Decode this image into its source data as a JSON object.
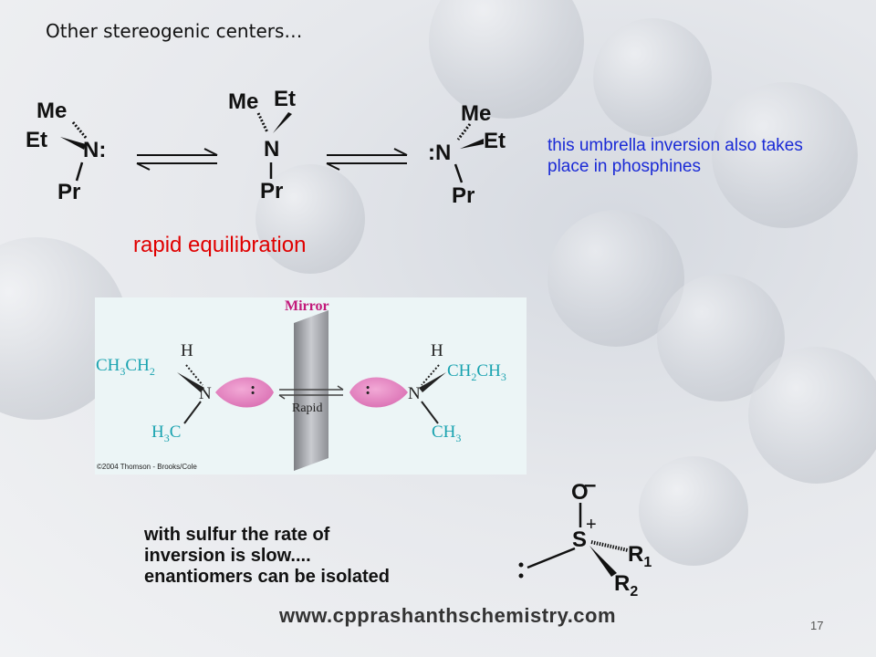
{
  "slide": {
    "title": "Other stereogenic centers…",
    "amine1": {
      "me": "Me",
      "et": "Et",
      "n": "N:",
      "pr": "Pr"
    },
    "amine2": {
      "me": "Me",
      "et": "Et",
      "n": "N",
      "pr": "Pr"
    },
    "amine3": {
      "me": "Me",
      "et": "Et",
      "n": ":N",
      "pr": "Pr"
    },
    "note_line1": "this umbrella inversion also takes",
    "note_line2": "place in phosphines",
    "rapid_label": "rapid equilibration",
    "figure": {
      "mirror_label": "Mirror",
      "rapid_label": "Rapid",
      "left": {
        "sub1": "CH",
        "sub1a": "3",
        "sub1b": "CH",
        "sub1c": "2",
        "h": "H",
        "n": "N",
        "sub2": "H",
        "sub2a": "3",
        "sub2b": "C",
        "lone": ":"
      },
      "right": {
        "sub1": "CH",
        "sub1a": "2",
        "sub1b": "CH",
        "sub1c": "3",
        "h": "H",
        "n": "N",
        "sub2": "CH",
        "sub2a": "3",
        "lone": ":"
      },
      "copyright": "©2004 Thomson - Brooks/Cole"
    },
    "sulfur_line1": "with sulfur the rate of",
    "sulfur_line2": "inversion is slow....",
    "sulfur_line3": "enantiomers can be isolated",
    "sulfoxide": {
      "o": "O",
      "minus": "–",
      "plus": "+",
      "s": "S",
      "r1": "R",
      "r1_sub": "1",
      "r2": "R",
      "r2_sub": "2"
    },
    "footer_url": "www.cpprashanthschemistry.com",
    "page_number": "17"
  }
}
